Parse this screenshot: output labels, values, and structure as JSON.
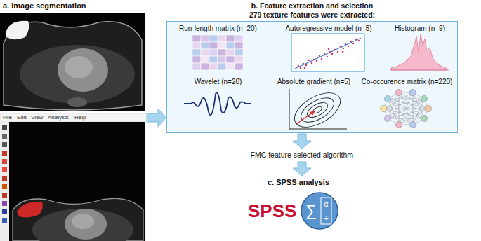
{
  "diagram": {
    "nodes": [
      {
        "text": [
          "a. Image segmentation"
        ]
      },
      {
        "text": [
          "b. Feature extraction and selection",
          "279 texture features were extracted:"
        ]
      },
      {
        "text": [
          "Run-length matrix (n=20)"
        ],
        "in": 1
      },
      {
        "text": [
          "Autoregressive model (n=5)"
        ],
        "in": 1
      },
      {
        "text": [
          "Histogram (n=9)"
        ],
        "in": 1
      },
      {
        "text": [
          "Wavelet (n=20)"
        ],
        "in": 1
      },
      {
        "text": [
          "Absolute gradient (n=5)"
        ],
        "in": 1
      },
      {
        "text": [
          "Co-occurence matrix (n=220)"
        ],
        "in": 1
      },
      {
        "text": [
          "FMC feature selected algorithm"
        ]
      },
      {
        "text": [
          "c. SPSS analysis",
          "SPSS"
        ]
      }
    ],
    "edges": [
      {
        "from": 0,
        "to": 1,
        "arrow": "to"
      },
      {
        "from": 1,
        "to": 8,
        "arrow": "to"
      },
      {
        "from": 8,
        "to": 9,
        "arrow": "to"
      }
    ],
    "labels": [
      "File",
      "Edit",
      "View",
      "Analysis",
      "Help",
      "∑",
      "α",
      "÷"
    ]
  }
}
